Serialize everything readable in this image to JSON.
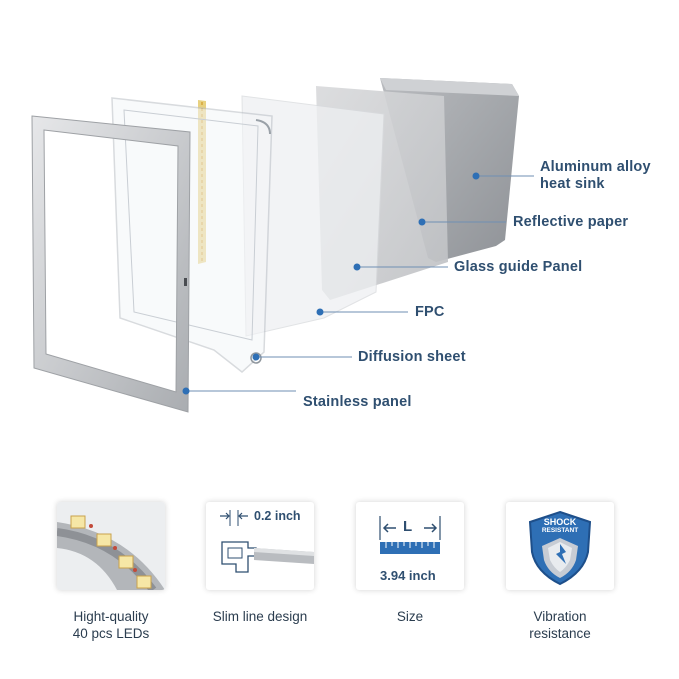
{
  "callouts": {
    "heat_sink_line1": "Aluminum alloy",
    "heat_sink_line2": "heat sink",
    "reflective": "Reflective paper",
    "glass": "Glass guide Panel",
    "fpc": "FPC",
    "diffusion": "Diffusion sheet",
    "stainless": "Stainless panel"
  },
  "features": [
    {
      "line1": "Hight-quality",
      "line2": "40 pcs LEDs",
      "icon": "led-strip-icon"
    },
    {
      "line1": "Slim line design",
      "line2": "",
      "dimension": "0.2 inch",
      "icon": "slim-profile-icon"
    },
    {
      "line1": "Size",
      "line2": "",
      "letter": "L",
      "dimension": "3.94 inch",
      "icon": "ruler-icon"
    },
    {
      "line1": "Vibration",
      "line2": "resistance",
      "badge_line1": "SHOCK",
      "badge_line2": "RESISTANT",
      "icon": "shield-icon"
    }
  ],
  "colors": {
    "accent": "#2f4f70",
    "callout_dot": "#2e6fb5",
    "caption": "#2b3d4f",
    "panel_silver": "#c4c6c9"
  }
}
